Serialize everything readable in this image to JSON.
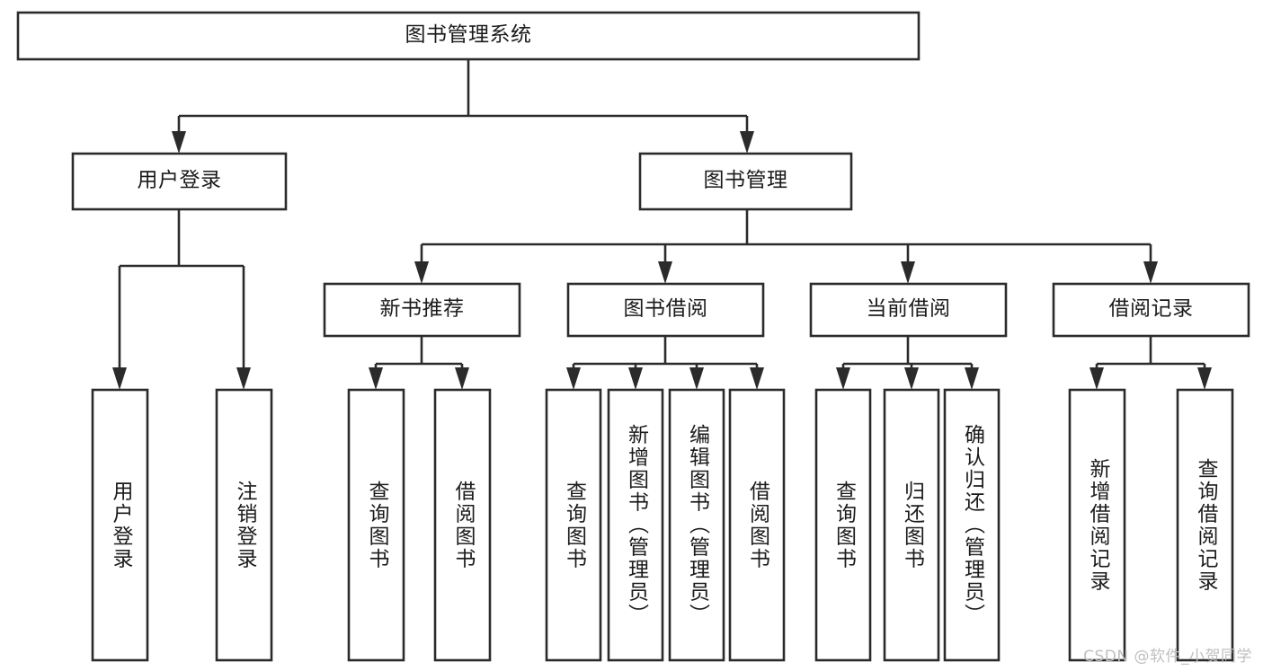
{
  "diagram": {
    "type": "tree",
    "title": "图书管理系统",
    "root": {
      "id": "root",
      "label": "图书管理系统",
      "orientation": "horizontal"
    },
    "level2": [
      {
        "id": "user-login",
        "label": "用户登录",
        "orientation": "horizontal"
      },
      {
        "id": "book-manage",
        "label": "图书管理",
        "orientation": "horizontal"
      }
    ],
    "level3": [
      {
        "id": "new-book-recommend",
        "label": "新书推荐",
        "orientation": "horizontal",
        "parent": "book-manage"
      },
      {
        "id": "book-borrow",
        "label": "图书借阅",
        "orientation": "horizontal",
        "parent": "book-manage"
      },
      {
        "id": "current-borrow",
        "label": "当前借阅",
        "orientation": "horizontal",
        "parent": "book-manage"
      },
      {
        "id": "borrow-record",
        "label": "借阅记录",
        "orientation": "horizontal",
        "parent": "book-manage"
      }
    ],
    "leaves": [
      {
        "id": "leaf-user-login",
        "label": "用户登录",
        "orientation": "vertical",
        "parent": "user-login"
      },
      {
        "id": "leaf-user-logout",
        "label": "注销登录",
        "orientation": "vertical",
        "parent": "user-login"
      },
      {
        "id": "leaf-query-book-1",
        "label": "查询图书",
        "orientation": "vertical",
        "parent": "new-book-recommend"
      },
      {
        "id": "leaf-borrow-book-1",
        "label": "借阅图书",
        "orientation": "vertical",
        "parent": "new-book-recommend"
      },
      {
        "id": "leaf-query-book-2",
        "label": "查询图书",
        "orientation": "vertical",
        "parent": "book-borrow"
      },
      {
        "id": "leaf-add-book",
        "label": "新增图书（管理员）",
        "orientation": "vertical",
        "parent": "book-borrow"
      },
      {
        "id": "leaf-edit-book",
        "label": "编辑图书（管理员）",
        "orientation": "vertical",
        "parent": "book-borrow"
      },
      {
        "id": "leaf-borrow-book-2",
        "label": "借阅图书",
        "orientation": "vertical",
        "parent": "book-borrow"
      },
      {
        "id": "leaf-query-book-3",
        "label": "查询图书",
        "orientation": "vertical",
        "parent": "current-borrow"
      },
      {
        "id": "leaf-return-book",
        "label": "归还图书",
        "orientation": "vertical",
        "parent": "current-borrow"
      },
      {
        "id": "leaf-confirm-return",
        "label": "确认归还（管理员）",
        "orientation": "vertical",
        "parent": "current-borrow"
      },
      {
        "id": "leaf-add-record",
        "label": "新增借阅记录",
        "orientation": "vertical",
        "parent": "borrow-record"
      },
      {
        "id": "leaf-query-record",
        "label": "查询借阅记录",
        "orientation": "vertical",
        "parent": "borrow-record"
      }
    ]
  },
  "watermark": {
    "text": "CSDN @软件_小贺同学"
  },
  "colors": {
    "stroke": "#2b2b2b",
    "fill": "#ffffff",
    "text": "#1b1b1b",
    "watermark": "#bfbfbf",
    "background": "#ffffff"
  }
}
